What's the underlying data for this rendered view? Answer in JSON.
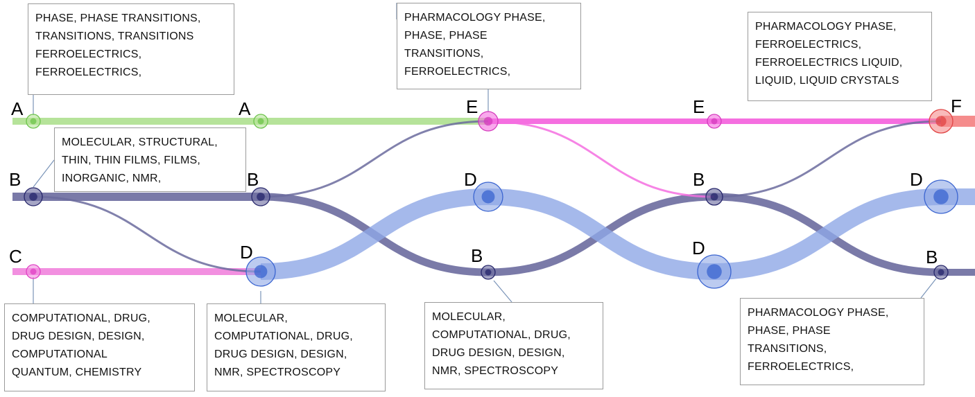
{
  "colors": {
    "A": "#b6e39a",
    "B": "#6b6b9e",
    "C": "#f28fe0",
    "D": "#8fa8e6",
    "E": "#f56fe0",
    "F": "#f58c8c"
  },
  "node_labels": {
    "a1": "A",
    "a2": "A",
    "b1": "B",
    "b2": "B",
    "b3": "B",
    "b4": "B",
    "b5": "B",
    "c1": "C",
    "d1": "D",
    "d2": "D",
    "d3": "D",
    "d4": "D",
    "e1": "E",
    "e2": "E",
    "f1": "F"
  },
  "callouts": {
    "a1": [
      "PHASE, PHASE TRANSITIONS,",
      "TRANSITIONS, TRANSITIONS",
      "FERROELECTRICS,",
      "FERROELECTRICS,"
    ],
    "b1": [
      "MOLECULAR, STRUCTURAL,",
      "THIN, THIN FILMS, FILMS,",
      "INORGANIC, NMR,"
    ],
    "c1": [
      "COMPUTATIONAL, DRUG,",
      "DRUG DESIGN, DESIGN,",
      "COMPUTATIONAL",
      "QUANTUM, CHEMISTRY"
    ],
    "d1": [
      "MOLECULAR,",
      "COMPUTATIONAL, DRUG,",
      "DRUG DESIGN, DESIGN,",
      "NMR, SPECTROSCOPY"
    ],
    "e1": [
      "PHARMACOLOGY PHASE,",
      "PHASE, PHASE",
      "TRANSITIONS,",
      "FERROELECTRICS,"
    ],
    "b3": [
      "MOLECULAR,",
      "COMPUTATIONAL, DRUG,",
      "DRUG DESIGN, DESIGN,",
      "NMR, SPECTROSCOPY"
    ],
    "f1": [
      "PHARMACOLOGY PHASE,",
      "FERROELECTRICS,",
      "FERROELECTRICS LIQUID,",
      "LIQUID, LIQUID CRYSTALS"
    ],
    "b5": [
      "PHARMACOLOGY PHASE,",
      "PHASE, PHASE",
      "TRANSITIONS,",
      "FERROELECTRICS,"
    ]
  }
}
